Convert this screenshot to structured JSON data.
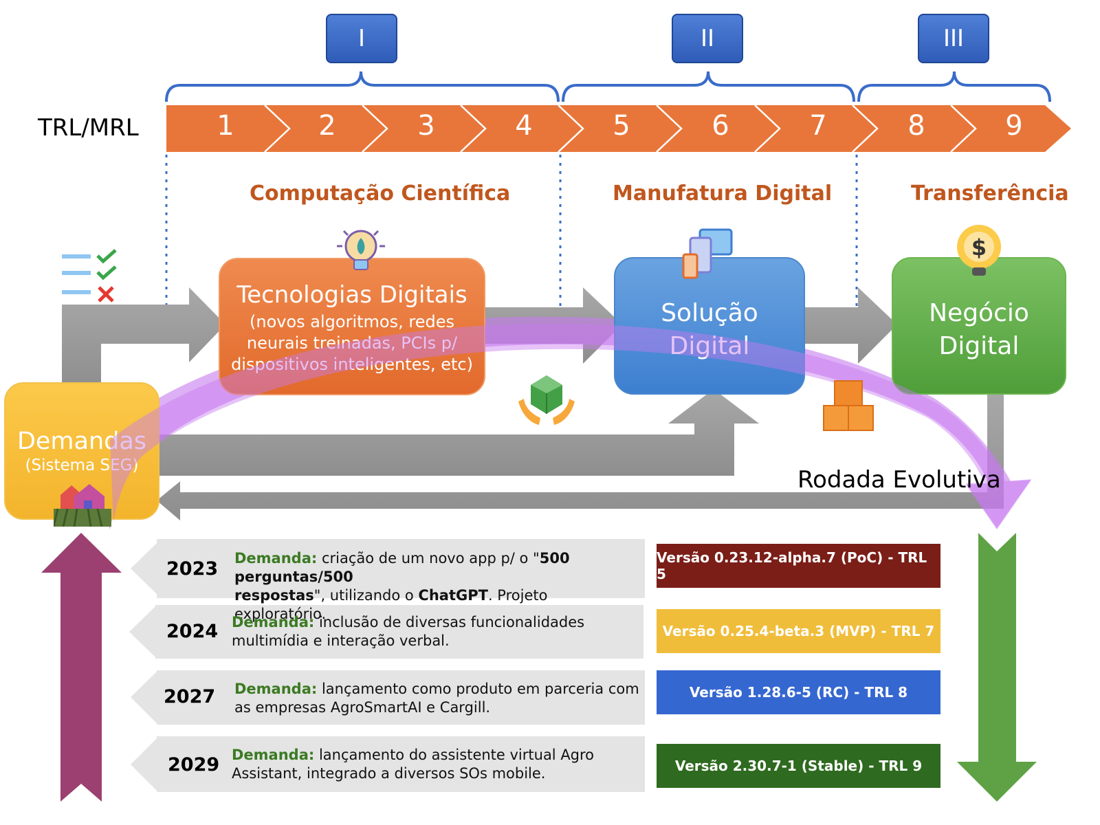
{
  "phases": [
    "I",
    "II",
    "III"
  ],
  "trl_label": "TRL/MRL",
  "trl_levels": [
    "1",
    "2",
    "3",
    "4",
    "5",
    "6",
    "7",
    "8",
    "9"
  ],
  "sections": [
    "Computação Científica",
    "Manufatura Digital",
    "Transferência"
  ],
  "boxes": {
    "tecnologias": {
      "title": "Tecnologias Digitais",
      "sub1": "(novos algoritmos, redes",
      "sub2": "neurais treinadas, PCIs p/",
      "sub3": "dispositivos inteligentes, etc)"
    },
    "solucao": {
      "line1": "Solução",
      "line2": "Digital"
    },
    "negocio": {
      "line1": "Negócio",
      "line2": "Digital"
    },
    "demandas": {
      "title": "Demandas",
      "sub": "(Sistema SEG)"
    }
  },
  "rodada_label": "Rodada Evolutiva",
  "timeline": [
    {
      "year": "2023",
      "label": "Demanda:",
      "line1": " criação de um novo app p/ o \"",
      "bold1": "500 perguntas/500",
      "bold2": "respostas",
      "line2": "\", utilizando o ",
      "bold3": "ChatGPT",
      "line3": ". Projeto exploratório.",
      "version": "Versão 0.23.12-alpha.7 (PoC) - TRL 5",
      "version_color": "#7a1e17"
    },
    {
      "year": "2024",
      "label": "Demanda:",
      "line1": " inclusão de diversas funcionalidades",
      "line2": "multimídia e interação verbal.",
      "version": "Versão 0.25.4-beta.3 (MVP) - TRL 7",
      "version_color": "#f0bd3a"
    },
    {
      "year": "2027",
      "label": "Demanda:",
      "line1": " lançamento como produto em parceria com",
      "line2": "as empresas AgroSmartAI e Cargill.",
      "version": "Versão 1.28.6-5 (RC) - TRL 8",
      "version_color": "#3567d1"
    },
    {
      "year": "2029",
      "label": "Demanda:",
      "line1": " lançamento do assistente virtual Agro",
      "line2": "Assistant, integrado a diversos SOs mobile.",
      "version": "Versão 2.30.7-1 (Stable) - TRL 9",
      "version_color": "#2e6a1f"
    }
  ],
  "colors": {
    "trl_band": "#e8763a",
    "phase_box": "#2f5cb8",
    "section_title": "#c0571e",
    "grey_arrow": "#9a9a9a",
    "purple_arc": "#c77bf0",
    "left_arrow": "#9b4070",
    "right_arrow": "#5ea245"
  },
  "icons": [
    "checklist-icon",
    "lightbulb-leaf-icon",
    "devices-icon",
    "money-bulb-icon",
    "hands-cube-icon",
    "boxes-icon",
    "farm-icon"
  ]
}
